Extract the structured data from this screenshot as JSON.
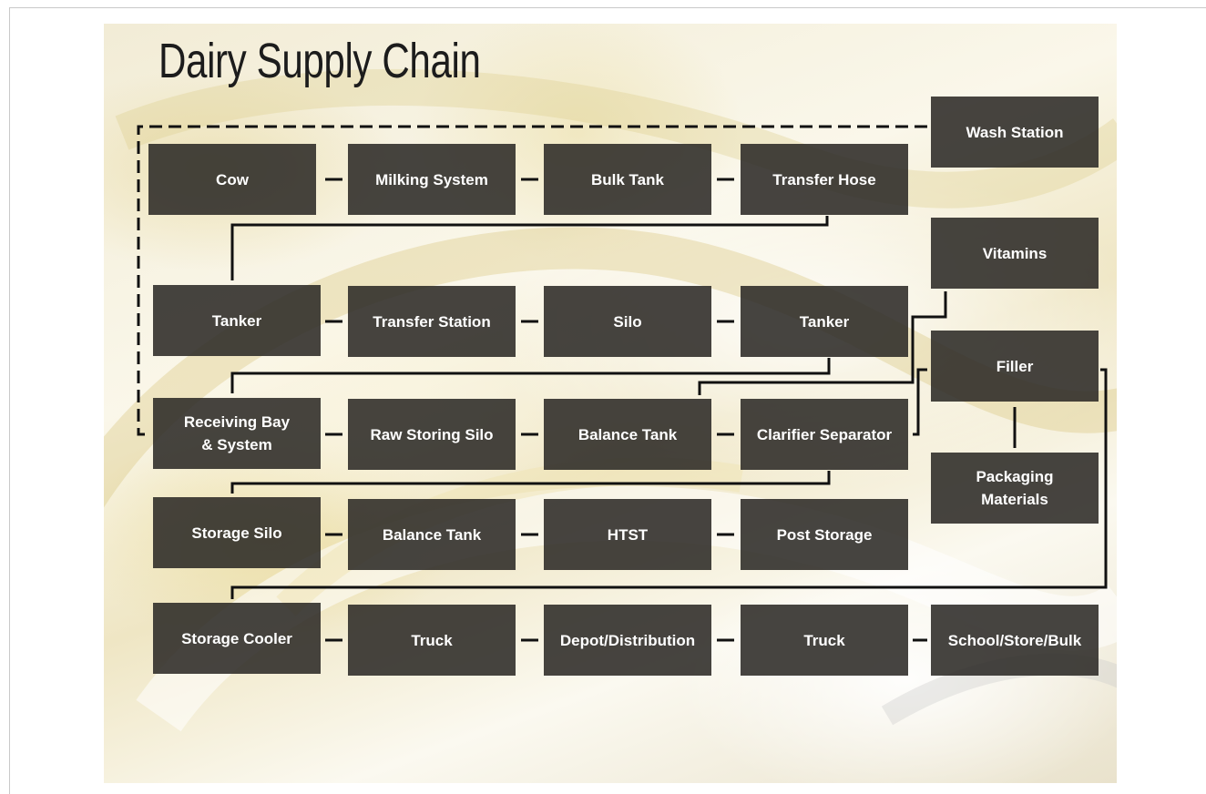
{
  "title": "Dairy Supply Chain",
  "colors": {
    "node_fill": "#2a2825",
    "node_text": "#ffffff",
    "connector": "#111111",
    "title": "#1c1c1c"
  },
  "nodes": {
    "cow": "Cow",
    "milking_system": "Milking System",
    "bulk_tank_1": "Bulk Tank",
    "transfer_hose": "Transfer Hose",
    "wash_station": "Wash Station",
    "tanker_1": "Tanker",
    "transfer_station": "Transfer Station",
    "silo": "Silo",
    "tanker_2": "Tanker",
    "vitamins": "Vitamins",
    "receiving_bay_line1": "Receiving Bay",
    "receiving_bay_line2": "& System",
    "raw_storing_silo": "Raw Storing Silo",
    "balance_tank_1": "Balance Tank",
    "clarifier_separator": "Clarifier Separator",
    "filler": "Filler",
    "storage_silo": "Storage Silo",
    "balance_tank_2": "Balance Tank",
    "htst": "HTST",
    "post_storage": "Post Storage",
    "packaging_line1": "Packaging",
    "packaging_line2": "Materials",
    "storage_cooler": "Storage Cooler",
    "truck_1": "Truck",
    "depot_distribution": "Depot/Distribution",
    "truck_2": "Truck",
    "school_store_bulk": "School/Store/Bulk"
  }
}
